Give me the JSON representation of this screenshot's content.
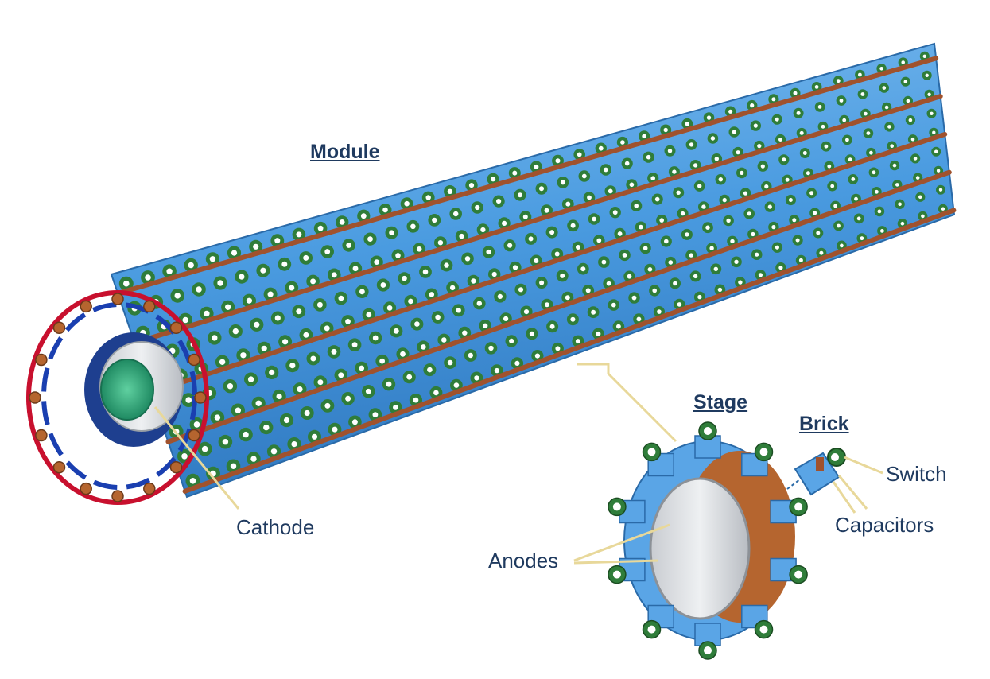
{
  "labels": {
    "module": "Module",
    "stage": "Stage",
    "brick": "Brick",
    "switch": "Switch",
    "capacitors": "Capacitors",
    "cathode": "Cathode",
    "anodes": "Anodes"
  },
  "colors": {
    "text": "#1f3a5f",
    "body_blue": "#4a9be0",
    "rod_copper": "#a0522d",
    "ring_red": "#c8102e",
    "ring_blue": "#1a3fb0",
    "cathode_green": "#2fa87c",
    "callout_line": "#e8d89a"
  },
  "diagram": {
    "stage_brick_count": 10,
    "module_rows": 9
  }
}
